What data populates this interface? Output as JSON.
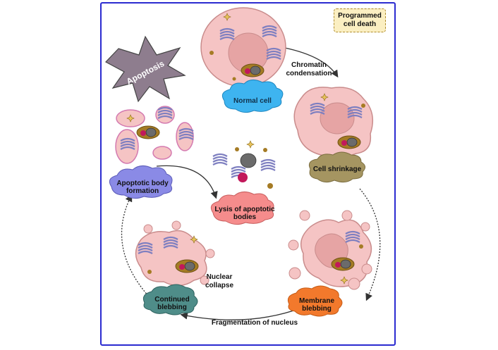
{
  "legend": {
    "title": "Programmed\ncell death",
    "fill": "#fbefc2",
    "border": "#b08d2c"
  },
  "burst": {
    "label": "Apoptosis",
    "fill": "#8e7d8e"
  },
  "stages": {
    "normal_cell": {
      "label": "Normal cell",
      "cloud_color": "#3eb4f0"
    },
    "cell_shrinkage": {
      "label": "Cell shrinkage",
      "cloud_color": "#a59561"
    },
    "membrane_blebbing": {
      "label": "Membrane\nblebbing",
      "cloud_color": "#f2792c"
    },
    "continued_blebbing": {
      "label": "Continued\nblebbing",
      "cloud_color": "#4f8d89"
    },
    "apoptotic_body_formation": {
      "label": "Apoptotic body\nformation",
      "cloud_color": "#8a8ae6"
    },
    "lysis": {
      "label": "Lysis of apoptotic\nbodies",
      "cloud_color": "#f58c8c"
    }
  },
  "transitions": {
    "chromatin_condensation": "Chromatin\ncondensation",
    "fragmentation_of_nucleus": "Fragmentation of nucleus",
    "nuclear_collapse": "Nuclear\ncollapse"
  },
  "colors": {
    "frame": "#2b2bd0",
    "cell_fill": "#f5c4c4",
    "cell_stroke": "#c98c8c",
    "nucleus_fill": "#e6a4a4",
    "organelle_gold": "#a57b24",
    "golgi": "#7e7fc0",
    "chromatin": "#c2185b"
  }
}
